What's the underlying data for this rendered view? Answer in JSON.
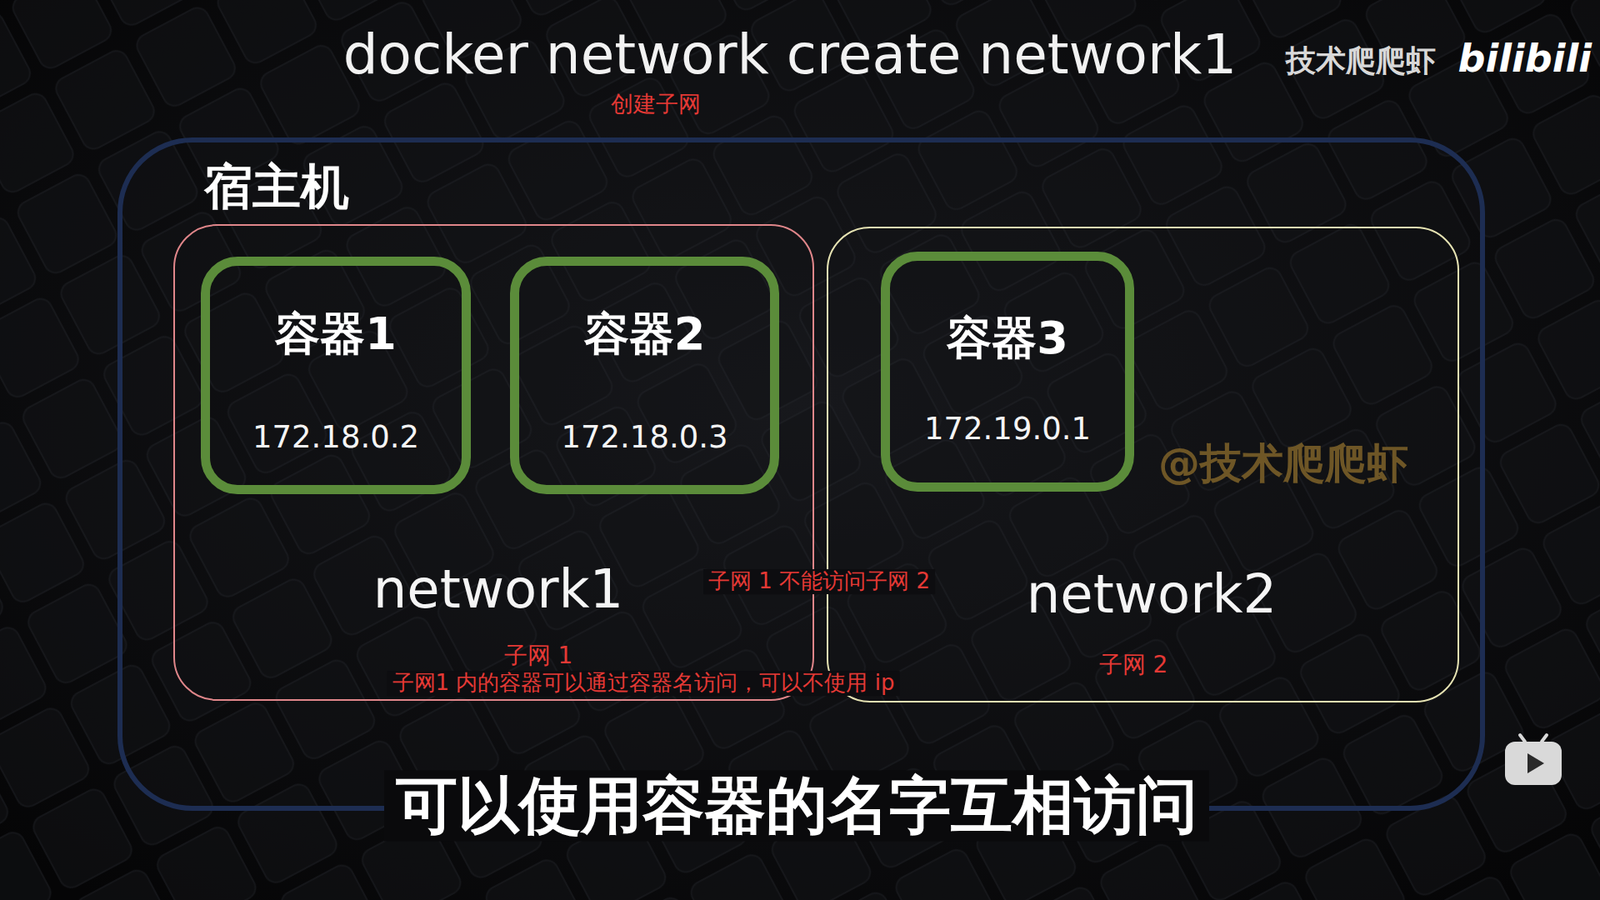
{
  "diagram": {
    "title": "docker network create network1",
    "caption": "可以使用容器的名字互相访问",
    "nodes": [
      {
        "text": [
          "宿主机"
        ]
      },
      {
        "text": [
          "network1",
          "子网 1"
        ],
        "in": 0
      },
      {
        "text": [
          "容器1",
          "172.18.0.2"
        ],
        "in": 1
      },
      {
        "text": [
          "容器2",
          "172.18.0.3"
        ],
        "in": 1
      },
      {
        "text": [
          "network2",
          "子网 2"
        ],
        "in": 0
      },
      {
        "text": [
          "容器3",
          "172.19.0.1"
        ],
        "in": 4
      }
    ],
    "labels": [
      "创建子网",
      "子网 1 不能访问子网 2",
      "子网1 内的容器可以通过容器名访问，可以不使用 ip",
      "@技术爬爬虾",
      "技术爬爬虾",
      "bilibili"
    ]
  }
}
